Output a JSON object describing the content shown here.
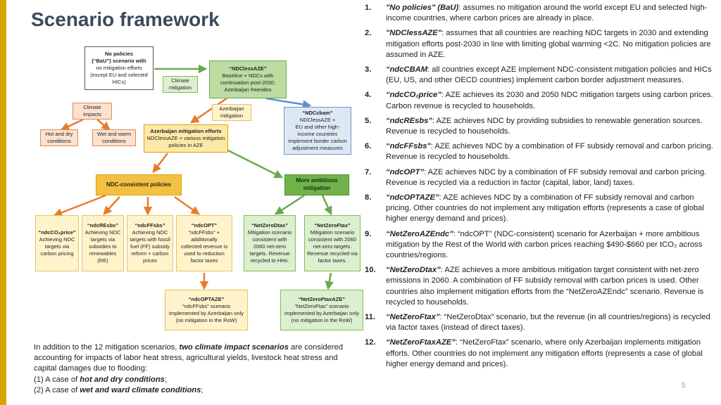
{
  "title": "Scenario framework",
  "boxes": {
    "bau": {
      "l1": "No policies",
      "l2": "(“BaU”) scenario with",
      "l3": "no mitigation efforts",
      "l4": "(except EU and selected",
      "l5": "HICs)"
    },
    "climate_mitigation": {
      "l1": "Climate",
      "l2": "mitigation"
    },
    "ndclessaze": {
      "l1": "“NDClessAZE”",
      "l2": "Baseline + NDCs with",
      "l3": "continuation post-2030;",
      "l4": "Azerbaijan freerides"
    },
    "climate_impacts": {
      "l1": "Climate",
      "l2": "impacts"
    },
    "azerbaijan_mitigation": {
      "l1": "Azerbaijan",
      "l2": "mitigation"
    },
    "ndccbam": {
      "l1": "“NDCcbam”",
      "l2": "NDClessAZE +",
      "l3": "EU and other high-",
      "l4": "income countries",
      "l5": "implement border carbon",
      "l6": "adjustment measures"
    },
    "hot_dry": {
      "l1": "Hot and dry",
      "l2": "conditions"
    },
    "wet_warm": {
      "l1": "Wet and warm",
      "l2": "conditions"
    },
    "aze_efforts": {
      "l1": "Azerbaijan mitigation efforts",
      "l2": "NDClessAZE + various mitigation",
      "l3": "policies in AZE"
    },
    "ndc_consistent": {
      "l1": "NDC-consistent policies"
    },
    "more_ambitious": {
      "l1": "More ambitious",
      "l2": "mitigation"
    },
    "ndcco2price": {
      "l1": "“ndcCO₂price”",
      "l2": "Achieving NDC",
      "l3": "targets via",
      "l4": "carbon pricing"
    },
    "ndcresbs": {
      "l1": "“ndcREsbs”",
      "l2": "Achieving NDC",
      "l3": "targets via",
      "l4": "subsidies to",
      "l5": "renewables",
      "l6": "(RE)"
    },
    "ndcffsbs": {
      "l1": "“ndcFFsbs”",
      "l2": "Achieving NDC",
      "l3": "targets with fossil",
      "l4": "fuel (FF) subsidy",
      "l5": "reform + carbon",
      "l6": "prices"
    },
    "ndcopt": {
      "l1": "“ndcOPT”",
      "l2": "“ndcFFsbs” +",
      "l3": "additionally",
      "l4": "collected revenue is",
      "l5": "used to reduction",
      "l6": "factor taxes"
    },
    "netzerodtax": {
      "l1": "“NetZeroDtax”",
      "l2": "Mitigation scenario",
      "l3": "consistent with",
      "l4": "2060 net-zero",
      "l5": "targets. Revenue",
      "l6": "recycled to HHs."
    },
    "netzeroftax": {
      "l1": "“NetZeroFtax”",
      "l2": "Mitigation scenario",
      "l3": "consistent with 2060",
      "l4": "net-zero targets.",
      "l5": "Revenue recycled via",
      "l6": "factor taxes."
    },
    "ndcoptaze": {
      "l1": "“ndcOPTAZE”",
      "l2": "“ndcFFsbs” scenario",
      "l3": "implemented by Azerbaijan only",
      "l4": "(no mitigation in the RoW)"
    },
    "netzeroftaxaze": {
      "l1": "“NetZeroFtaxAZE”",
      "l2": "“NetZeroFtax” scenario",
      "l3": "implemented by Azerbaijan only",
      "l4": "(no mitigation in the RoW)"
    }
  },
  "scenarios": [
    {
      "num": "1.",
      "name": "\"No policies\" (BaU)",
      "desc": ": assumes no mitigation around the world except EU and selected high-income countries, where carbon prices are already in place."
    },
    {
      "num": "2.",
      "name": "\"NDClessAZE\"",
      "desc": ": assumes that all countries are reaching NDC targets in 2030 and extending mitigation efforts post-2030 in line with limiting global warming <2C. No mitigation policies are assumed in AZE."
    },
    {
      "num": "3.",
      "name": "“ndcCBAM",
      "desc": ": all countries except AZE implement NDC-consistent mitigation policies and HICs (EU, US, and other OECD countries) implement carbon border adjustment measures."
    },
    {
      "num": "4.",
      "name": "“ndcCO₂price”",
      "desc": ": AZE achieves its 2030 and 2050 NDC mitigation targets using carbon prices. Carbon revenue is recycled to households."
    },
    {
      "num": "5.",
      "name": "“ndcREsbs”",
      "desc": ": AZE achieves NDC by providing subsidies to renewable generation sources. Revenue is recycled to households."
    },
    {
      "num": "6.",
      "name": "“ndcFFsbs\"",
      "desc": ": AZE achieves NDC by a combination of FF subsidy removal and carbon pricing. Revenue is recycled to households."
    },
    {
      "num": "7.",
      "name": "“ndcOPT”",
      "desc": ": AZE achieves NDC by a combination of FF subsidy removal and carbon pricing. Revenue is recycled via a reduction in factor (capital, labor, land) taxes."
    },
    {
      "num": "8.",
      "name": "“ndcOPTAZE”",
      "desc": ": AZE achieves NDC by a combination of FF subsidy removal and carbon pricing. Other countries do not implement any mitigation efforts (represents a case of global higher energy demand and prices)."
    },
    {
      "num": "9.",
      "name": "“NetZeroAZEndc”",
      "desc": ": “ndcOPT” (NDC-consistent) scenario for Azerbaijan + more ambitious mitigation by the Rest of the World with carbon prices reaching $490-$660 per tCO₂ across countries/regions."
    },
    {
      "num": "10.",
      "name": "“NetZeroDtax”",
      "desc": ": AZE achieves a more ambitious mitigation target consistent with net-zero emissions in 2060. A combination of FF subsidy removal with carbon prices is used. Other countries also implement mitigation efforts from the “NetZeroAZEndc” scenario. Revenue is recycled to households."
    },
    {
      "num": "11.",
      "name": "“NetZeroFtax”",
      "desc": ": “NetZeroDtax” scenario, but the revenue (in all countries/regions) is recycled via factor taxes (instead of direct taxes)."
    },
    {
      "num": "12.",
      "name": "“NetZeroFtaxAZE”",
      "desc": ": “NetZeroFtax” scenario, where only Azerbaijan implements mitigation efforts. Other countries do not implement any mitigation efforts (represents a case of global higher energy demand and prices)."
    }
  ],
  "note": {
    "p1": "In addition to the 12 mitigation scenarios, ",
    "p1_bold": "two climate impact scenarios",
    "p1_end": " are considered accounting for impacts of labor heat stress, agricultural yields, livestock heat stress and capital damages due to flooding:",
    "l1_pre": "(1) A case of ",
    "l1_bold": "hot and dry conditions",
    "l1_end": ";",
    "l2_pre": "(2) A case of ",
    "l2_bold": "wet and ward climate conditions",
    "l2_end": ";"
  },
  "page_number": "5",
  "colors": {
    "accent": "#d9a400",
    "arrow_orange": "#e87c2a",
    "arrow_green": "#6aa84f",
    "arrow_blue": "#5b8fd1",
    "title": "#3b4a5a"
  }
}
